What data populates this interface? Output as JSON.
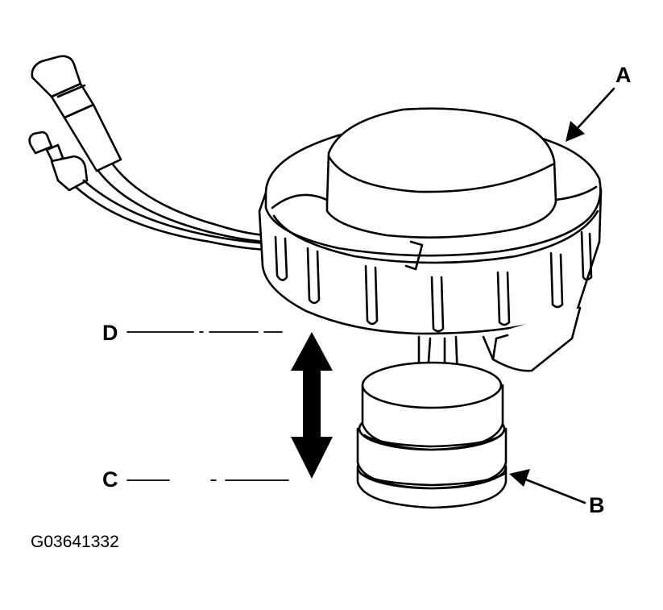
{
  "labels": {
    "a": "A",
    "b": "B",
    "c": "C",
    "d": "D"
  },
  "figure_id": "G03641332",
  "colors": {
    "line": "#000000",
    "background": "#ffffff"
  }
}
